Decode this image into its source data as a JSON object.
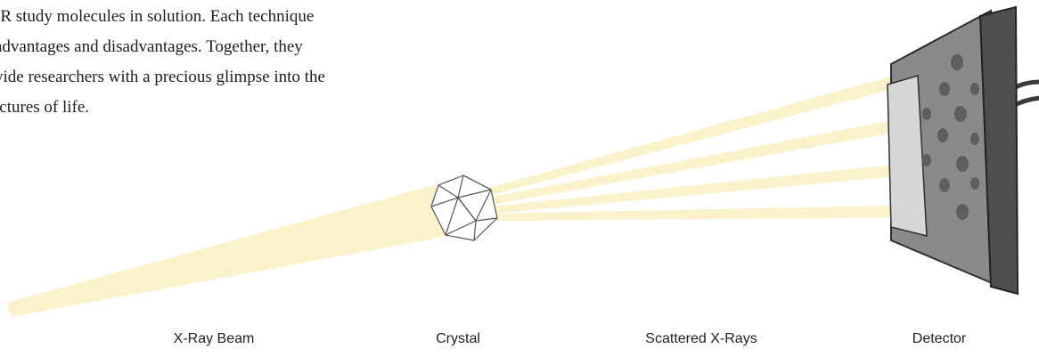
{
  "paragraph": {
    "lines": [
      "IR study molecules in solution. Each technique",
      "advantages and disadvantages. Together, they",
      "vide researchers with a precious glimpse into the",
      "ictures of life."
    ]
  },
  "labels": {
    "beam": "X-Ray Beam",
    "crystal": "Crystal",
    "scattered": "Scattered X-Rays",
    "detector": "Detector"
  },
  "colors": {
    "beam": "#fbf1cb",
    "detector_face": "#8a8a8a",
    "detector_frame": "#4a4a4a",
    "crystal_stroke": "#555555"
  }
}
